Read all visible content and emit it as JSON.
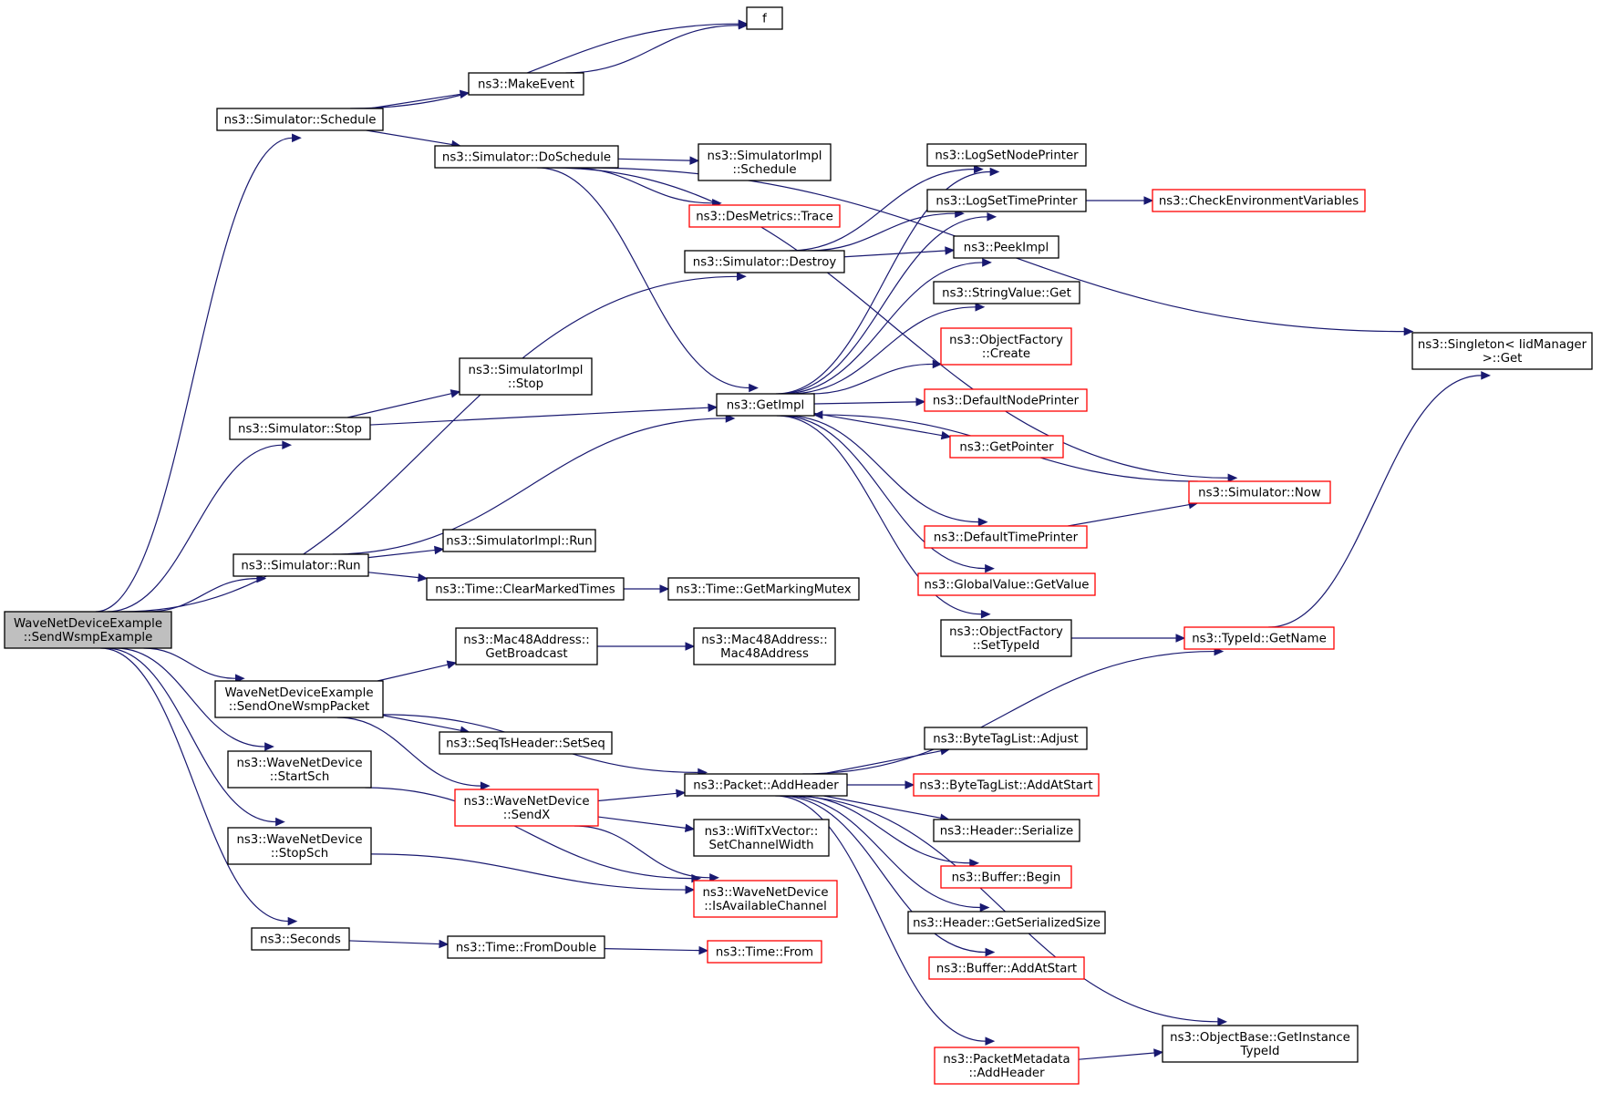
{
  "colors": {
    "edge": "#191970",
    "node_border": "#000000",
    "node_border_truncated": "#ff0000",
    "root_fill": "#bfbfbf",
    "node_fill": "#ffffff"
  },
  "nodes": [
    {
      "id": "root",
      "lines": [
        "WaveNetDeviceExample",
        "::SendWsmpExample"
      ],
      "root": true
    },
    {
      "id": "f",
      "lines": [
        "f"
      ]
    },
    {
      "id": "makeevent",
      "lines": [
        "ns3::MakeEvent"
      ]
    },
    {
      "id": "sim_schedule",
      "lines": [
        "ns3::Simulator::Schedule"
      ]
    },
    {
      "id": "sim_doschedule",
      "lines": [
        "ns3::Simulator::DoSchedule"
      ]
    },
    {
      "id": "simimpl_schedule",
      "lines": [
        "ns3::SimulatorImpl",
        "::Schedule"
      ]
    },
    {
      "id": "desmetrics_trace",
      "lines": [
        "ns3::DesMetrics::Trace"
      ],
      "red": true
    },
    {
      "id": "sim_destroy",
      "lines": [
        "ns3::Simulator::Destroy"
      ]
    },
    {
      "id": "logsetnodeprinter",
      "lines": [
        "ns3::LogSetNodePrinter"
      ]
    },
    {
      "id": "logsettimeprinter",
      "lines": [
        "ns3::LogSetTimePrinter"
      ]
    },
    {
      "id": "checkenv",
      "lines": [
        "ns3::CheckEnvironmentVariables"
      ],
      "red": true
    },
    {
      "id": "peekimpl",
      "lines": [
        "ns3::PeekImpl"
      ]
    },
    {
      "id": "stringvalue_get",
      "lines": [
        "ns3::StringValue::Get"
      ]
    },
    {
      "id": "objfactory_create",
      "lines": [
        "ns3::ObjectFactory",
        "::Create"
      ],
      "red": true
    },
    {
      "id": "singleton_get",
      "lines": [
        "ns3::Singleton< IidManager",
        " >::Get"
      ]
    },
    {
      "id": "simimpl_stop",
      "lines": [
        "ns3::SimulatorImpl",
        "::Stop"
      ]
    },
    {
      "id": "sim_stop",
      "lines": [
        "ns3::Simulator::Stop"
      ]
    },
    {
      "id": "getimpl",
      "lines": [
        "ns3::GetImpl"
      ]
    },
    {
      "id": "defaultnodeprinter",
      "lines": [
        "ns3::DefaultNodePrinter"
      ],
      "red": true
    },
    {
      "id": "getpointer",
      "lines": [
        "ns3::GetPointer"
      ],
      "red": true
    },
    {
      "id": "sim_now",
      "lines": [
        "ns3::Simulator::Now"
      ],
      "red": true
    },
    {
      "id": "defaulttimeprinter",
      "lines": [
        "ns3::DefaultTimePrinter"
      ],
      "red": true
    },
    {
      "id": "simimpl_run",
      "lines": [
        "ns3::SimulatorImpl::Run"
      ]
    },
    {
      "id": "sim_run",
      "lines": [
        "ns3::Simulator::Run"
      ]
    },
    {
      "id": "time_clearmarked",
      "lines": [
        "ns3::Time::ClearMarkedTimes"
      ]
    },
    {
      "id": "time_getmarkingmutex",
      "lines": [
        "ns3::Time::GetMarkingMutex"
      ]
    },
    {
      "id": "globalvalue_getvalue",
      "lines": [
        "ns3::GlobalValue::GetValue"
      ],
      "red": true
    },
    {
      "id": "objfactory_settypeid",
      "lines": [
        "ns3::ObjectFactory",
        "::SetTypeId"
      ]
    },
    {
      "id": "typeid_getname",
      "lines": [
        "ns3::TypeId::GetName"
      ],
      "red": true
    },
    {
      "id": "mac_getbroadcast",
      "lines": [
        "ns3::Mac48Address::",
        "GetBroadcast"
      ]
    },
    {
      "id": "mac_mac48address",
      "lines": [
        "ns3::Mac48Address::",
        "Mac48Address"
      ]
    },
    {
      "id": "sendonewsmp",
      "lines": [
        "WaveNetDeviceExample",
        "::SendOneWsmpPacket"
      ]
    },
    {
      "id": "seqts_setseq",
      "lines": [
        "ns3::SeqTsHeader::SetSeq"
      ]
    },
    {
      "id": "bytetaglist_adjust",
      "lines": [
        "ns3::ByteTagList::Adjust"
      ]
    },
    {
      "id": "wnd_startsch",
      "lines": [
        "ns3::WaveNetDevice",
        "::StartSch"
      ]
    },
    {
      "id": "wnd_sendx",
      "lines": [
        "ns3::WaveNetDevice",
        "::SendX"
      ],
      "red": true
    },
    {
      "id": "packet_addheader",
      "lines": [
        "ns3::Packet::AddHeader"
      ]
    },
    {
      "id": "bytetaglist_addatstart",
      "lines": [
        "ns3::ByteTagList::AddAtStart"
      ],
      "red": true
    },
    {
      "id": "wifitxvector",
      "lines": [
        "ns3::WifiTxVector::",
        "SetChannelWidth"
      ]
    },
    {
      "id": "header_serialize",
      "lines": [
        "ns3::Header::Serialize"
      ]
    },
    {
      "id": "wnd_stopsch",
      "lines": [
        "ns3::WaveNetDevice",
        "::StopSch"
      ]
    },
    {
      "id": "buffer_begin",
      "lines": [
        "ns3::Buffer::Begin"
      ],
      "red": true
    },
    {
      "id": "wnd_isavailable",
      "lines": [
        "ns3::WaveNetDevice",
        "::IsAvailableChannel"
      ],
      "red": true
    },
    {
      "id": "header_getserializedsize",
      "lines": [
        "ns3::Header::GetSerializedSize"
      ]
    },
    {
      "id": "seconds",
      "lines": [
        "ns3::Seconds"
      ]
    },
    {
      "id": "time_fromdouble",
      "lines": [
        "ns3::Time::FromDouble"
      ]
    },
    {
      "id": "time_from",
      "lines": [
        "ns3::Time::From"
      ],
      "red": true
    },
    {
      "id": "buffer_addatstart",
      "lines": [
        "ns3::Buffer::AddAtStart"
      ],
      "red": true
    },
    {
      "id": "objbase_getinstance",
      "lines": [
        "ns3::ObjectBase::GetInstance",
        "TypeId"
      ]
    },
    {
      "id": "packetmetadata_addheader",
      "lines": [
        "ns3::PacketMetadata",
        "::AddHeader"
      ],
      "red": true
    }
  ],
  "edges": [
    [
      "root",
      "sim_schedule"
    ],
    [
      "root",
      "sim_destroy"
    ],
    [
      "root",
      "sim_stop"
    ],
    [
      "root",
      "sim_run"
    ],
    [
      "root",
      "sendonewsmp"
    ],
    [
      "root",
      "wnd_startsch"
    ],
    [
      "root",
      "wnd_stopsch"
    ],
    [
      "root",
      "seconds"
    ],
    [
      "sim_schedule",
      "f"
    ],
    [
      "sim_schedule",
      "makeevent"
    ],
    [
      "sim_schedule",
      "sim_doschedule"
    ],
    [
      "makeevent",
      "f"
    ],
    [
      "sim_doschedule",
      "singleton_get"
    ],
    [
      "sim_doschedule",
      "sim_now"
    ],
    [
      "sim_doschedule",
      "simimpl_schedule"
    ],
    [
      "sim_doschedule",
      "desmetrics_trace"
    ],
    [
      "sim_doschedule",
      "getimpl"
    ],
    [
      "sim_destroy",
      "logsettimeprinter"
    ],
    [
      "sim_destroy",
      "peekimpl"
    ],
    [
      "sim_destroy",
      "logsetnodeprinter"
    ],
    [
      "logsettimeprinter",
      "checkenv"
    ],
    [
      "sim_stop",
      "simimpl_stop"
    ],
    [
      "sim_stop",
      "getimpl"
    ],
    [
      "sim_run",
      "getimpl"
    ],
    [
      "sim_run",
      "simimpl_run"
    ],
    [
      "sim_run",
      "time_clearmarked"
    ],
    [
      "time_clearmarked",
      "time_getmarkingmutex"
    ],
    [
      "getimpl",
      "logsetnodeprinter"
    ],
    [
      "getimpl",
      "logsettimeprinter"
    ],
    [
      "getimpl",
      "peekimpl"
    ],
    [
      "getimpl",
      "stringvalue_get"
    ],
    [
      "getimpl",
      "objfactory_create"
    ],
    [
      "getimpl",
      "defaultnodeprinter"
    ],
    [
      "getimpl",
      "getpointer"
    ],
    [
      "getimpl",
      "defaulttimeprinter"
    ],
    [
      "getimpl",
      "globalvalue_getvalue"
    ],
    [
      "getimpl",
      "objfactory_settypeid"
    ],
    [
      "sim_now",
      "getimpl"
    ],
    [
      "defaulttimeprinter",
      "sim_now"
    ],
    [
      "objfactory_settypeid",
      "typeid_getname"
    ],
    [
      "typeid_getname",
      "singleton_get"
    ],
    [
      "mac_getbroadcast",
      "mac_mac48address"
    ],
    [
      "sendonewsmp",
      "mac_getbroadcast"
    ],
    [
      "sendonewsmp",
      "seqts_setseq"
    ],
    [
      "sendonewsmp",
      "wnd_sendx"
    ],
    [
      "sendonewsmp",
      "packet_addheader"
    ],
    [
      "wnd_startsch",
      "wnd_isavailable"
    ],
    [
      "wnd_stopsch",
      "wnd_isavailable"
    ],
    [
      "wnd_sendx",
      "packet_addheader"
    ],
    [
      "wnd_sendx",
      "wifitxvector"
    ],
    [
      "wnd_sendx",
      "wnd_isavailable"
    ],
    [
      "packet_addheader",
      "typeid_getname"
    ],
    [
      "packet_addheader",
      "bytetaglist_adjust"
    ],
    [
      "packet_addheader",
      "bytetaglist_addatstart"
    ],
    [
      "packet_addheader",
      "header_serialize"
    ],
    [
      "packet_addheader",
      "buffer_begin"
    ],
    [
      "packet_addheader",
      "header_getserializedsize"
    ],
    [
      "packet_addheader",
      "buffer_addatstart"
    ],
    [
      "packet_addheader",
      "objbase_getinstance"
    ],
    [
      "packet_addheader",
      "packetmetadata_addheader"
    ],
    [
      "packetmetadata_addheader",
      "objbase_getinstance"
    ],
    [
      "seconds",
      "time_fromdouble"
    ],
    [
      "time_fromdouble",
      "time_from"
    ]
  ]
}
